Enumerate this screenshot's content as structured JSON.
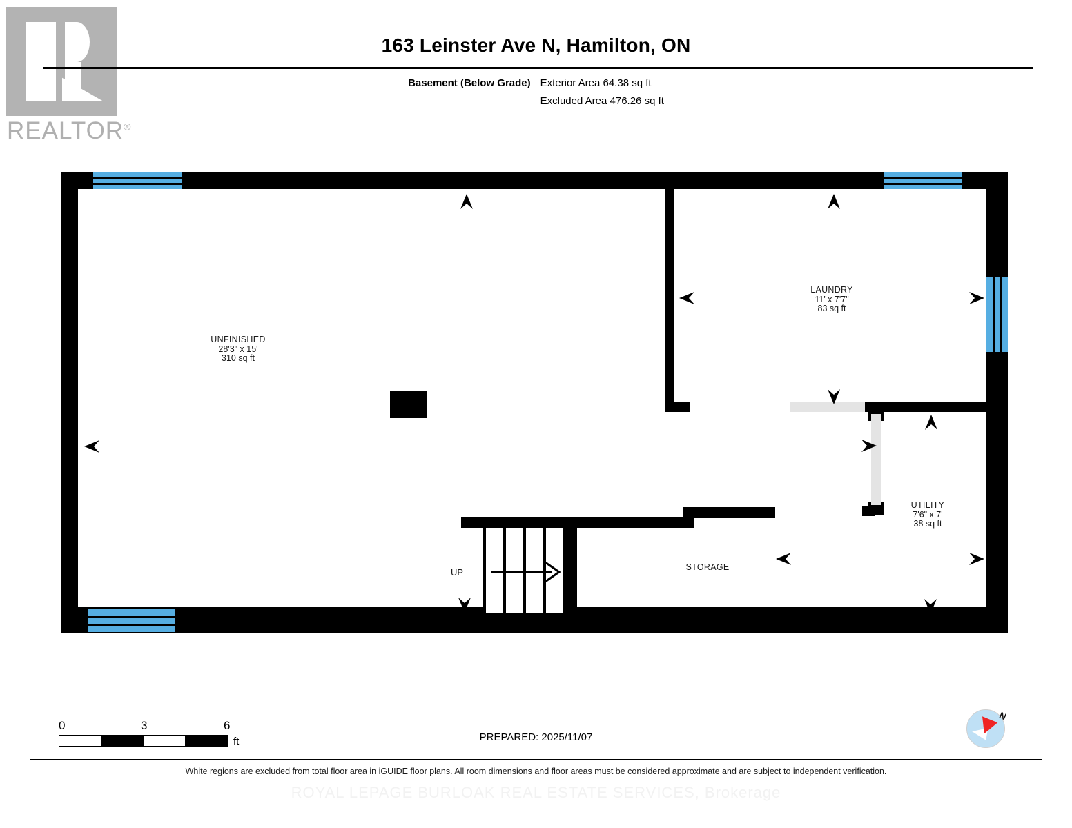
{
  "branding": {
    "logo_icon": "realtor-logo-icon",
    "logo_word": "REALTOR",
    "logo_registered": "®"
  },
  "header": {
    "title": "163 Leinster Ave N, Hamilton, ON",
    "level_label": "Basement (Below Grade)",
    "exterior_area": "Exterior Area 64.38 sq ft",
    "excluded_area": "Excluded Area 476.26 sq ft"
  },
  "rooms": [
    {
      "name": "UNFINISHED",
      "dimensions": "28'3\" x 15'",
      "area": "310 sq ft"
    },
    {
      "name": "LAUNDRY",
      "dimensions": "11' x 7'7\"",
      "area": "83 sq ft"
    },
    {
      "name": "UTILITY",
      "dimensions": "7'6\" x 7'",
      "area": "38 sq ft"
    },
    {
      "name": "STORAGE",
      "dimensions": "",
      "area": ""
    }
  ],
  "stairs": {
    "label": "UP",
    "direction_icon": "arrow-right-icon"
  },
  "scale": {
    "ticks": [
      "0",
      "3",
      "6"
    ],
    "unit": "ft"
  },
  "prepared": "PREPARED: 2025/11/07",
  "compass": {
    "label": "N",
    "icon": "compass-needle-icon"
  },
  "footer": {
    "disclaimer": "White regions are excluded from total floor area in iGUIDE floor plans. All room dimensions and floor areas must be considered approximate and are subject to independent verification.",
    "watermark": "ROYAL LEPAGE BURLOAK REAL ESTATE SERVICES, Brokerage"
  },
  "colors": {
    "wall": "#000000",
    "window": "#56aee2",
    "opening": "#e4e4e4",
    "logo_gray": "#b3b3b3",
    "compass_disc": "#bfe0f5",
    "compass_needle": "#ef2424"
  }
}
